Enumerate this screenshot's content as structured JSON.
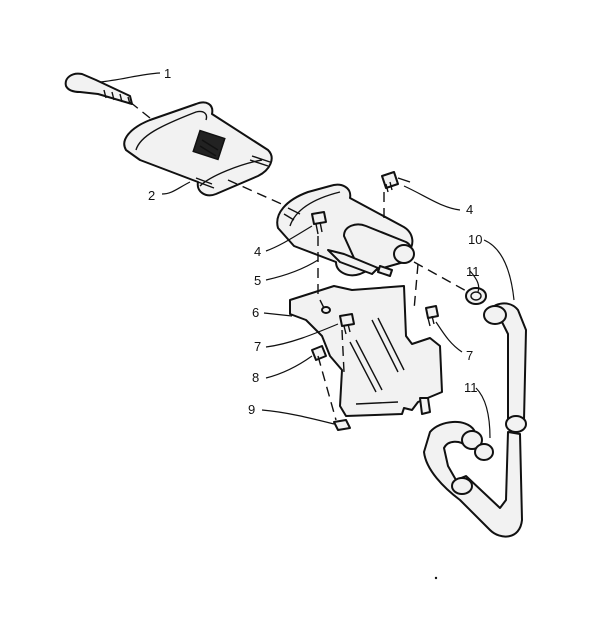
{
  "callouts": [
    "1",
    "2",
    "4",
    "4",
    "5",
    "6",
    "7",
    "7",
    "8",
    "9",
    "10",
    "11",
    "11"
  ]
}
